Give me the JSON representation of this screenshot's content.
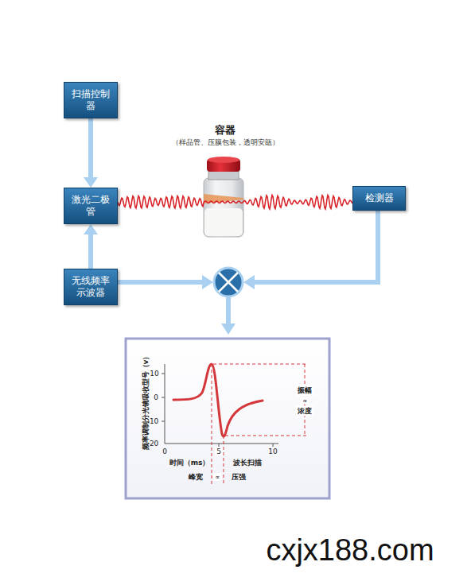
{
  "diagram": {
    "nodes": [
      {
        "text": [
          "扫描控制器"
        ]
      },
      {
        "text": [
          "激光二极管"
        ]
      },
      {
        "text": [
          "检测器"
        ]
      },
      {
        "text": [
          "无线频率示波器"
        ]
      }
    ],
    "edges": [
      {
        "from": 0,
        "to": 1,
        "arrow": "to"
      },
      {
        "from": 3,
        "to": 1,
        "arrow": "to"
      },
      {
        "from": 1,
        "to": 2,
        "arrow": "none"
      }
    ],
    "labels": [
      "容器",
      "（样品管、压膜包装，透明安瓿）",
      "频率调制分光镜吸收型号（v）",
      "10",
      "0",
      "-10",
      "-20",
      "0",
      "5",
      "10",
      "时间（ms）",
      "波长扫描",
      "峰宽",
      "∝",
      "压强",
      "振幅",
      "∝",
      "浓度",
      "cxjx188.com"
    ]
  }
}
